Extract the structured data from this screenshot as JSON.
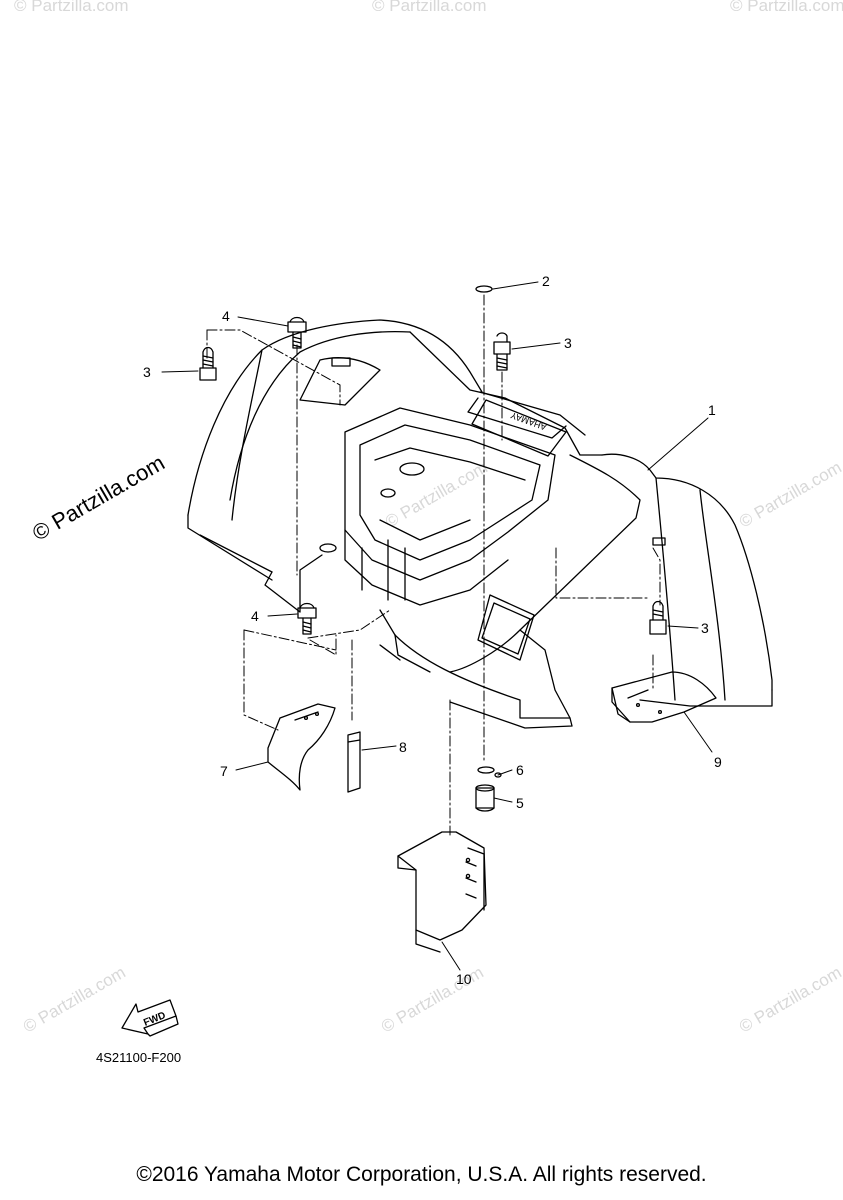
{
  "watermark_text": "© Partzilla.com",
  "callouts": [
    "1",
    "2",
    "3",
    "3",
    "3",
    "4",
    "4",
    "5",
    "6",
    "7",
    "8",
    "9",
    "10"
  ],
  "fwd_label": "FWD",
  "fender_brand": "YAMAHA",
  "diagram_code": "4S21100-F200",
  "copyright": "©2016 Yamaha Motor Corporation, U.S.A. All rights reserved."
}
